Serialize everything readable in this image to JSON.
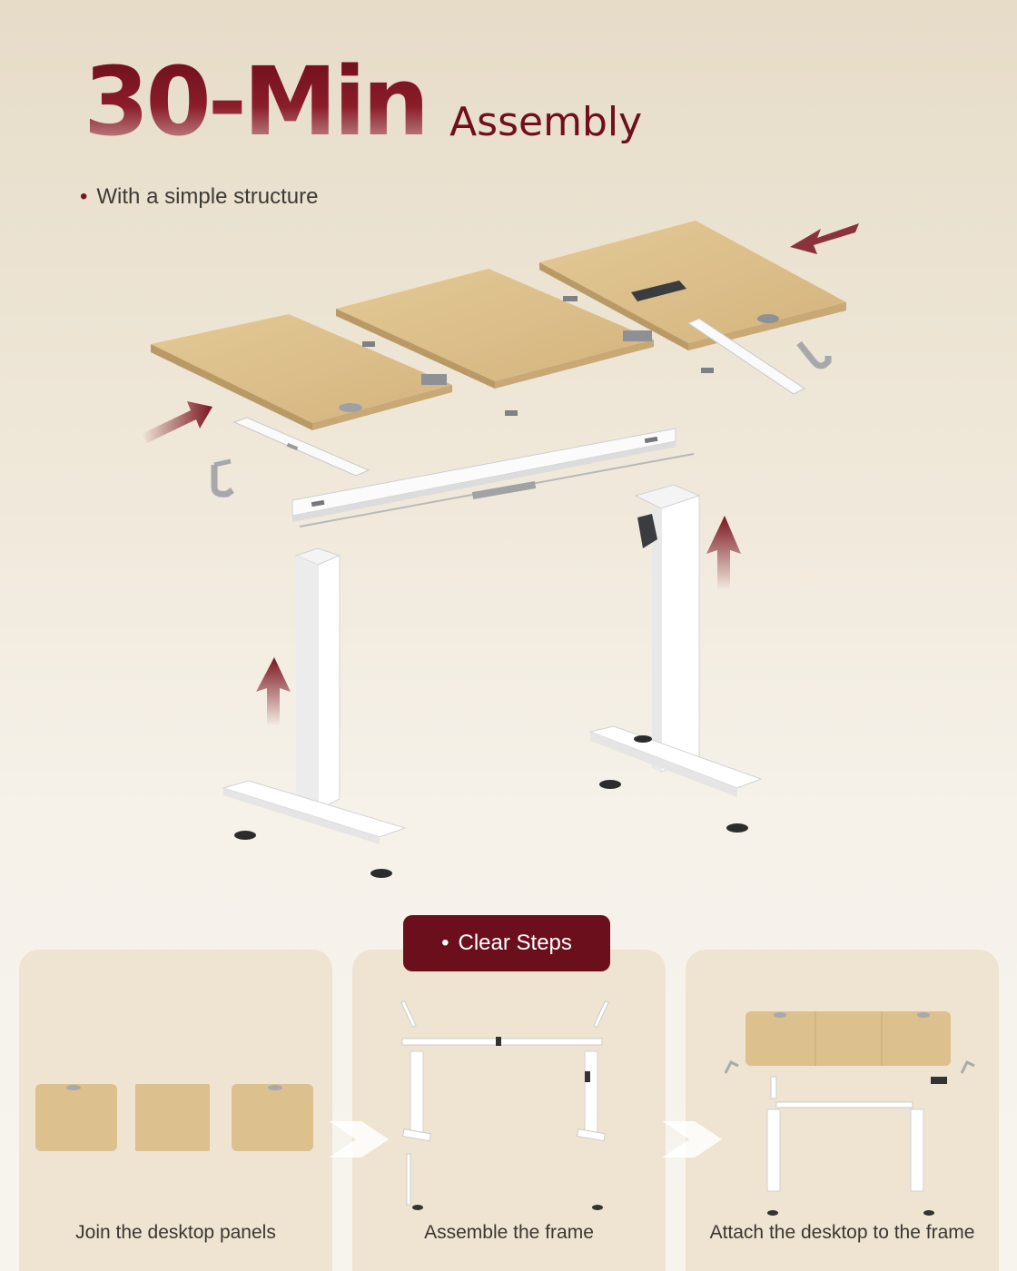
{
  "headline": {
    "big": "30-Min",
    "small": "Assembly"
  },
  "subtitle": "With a simple structure",
  "badge": "Clear Steps",
  "steps": [
    {
      "caption": "Join the desktop panels"
    },
    {
      "caption": "Assemble the frame"
    },
    {
      "caption": "Attach the desktop to the frame"
    }
  ],
  "colors": {
    "brand": "#6b0f1c",
    "wood": "#dcc08e",
    "frame": "#ffffff",
    "background": "#efe7d8"
  }
}
